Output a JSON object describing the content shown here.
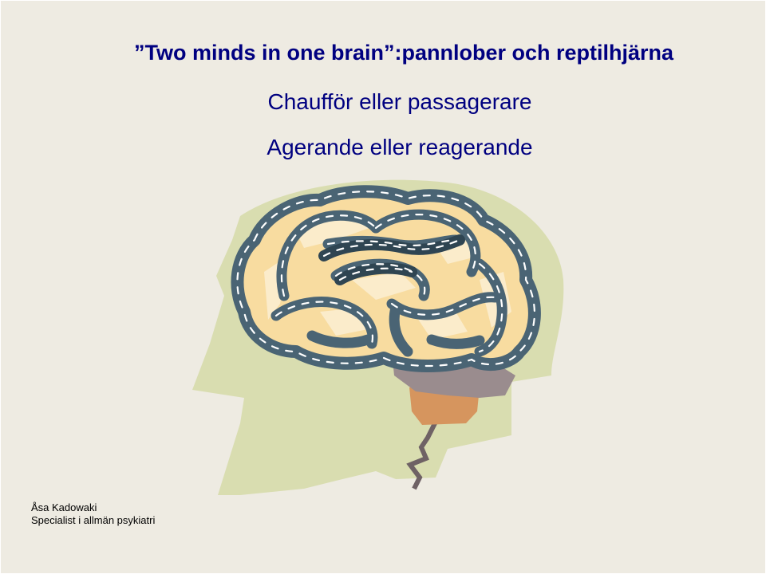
{
  "slide": {
    "title": "”Two minds in one brain”:pannlober och reptilhjärna",
    "subtitle1": "Chaufför eller passagerare",
    "subtitle2": "Agerande eller reagerande",
    "author_name": "Åsa Kadowaki",
    "author_title": "Specialist i allmän psykiatri"
  },
  "illustration": {
    "icon": "brain-head-illustration",
    "colors": {
      "background": "#eeebe2",
      "head": "#d9ddb0",
      "road": "#4a6474",
      "road_edge": "#3a5060",
      "road_dash": "#ffffff",
      "brain_fill": "#f8dca0",
      "brain_inner": "#fbeccb",
      "cerebellum": "#9a8c8e",
      "brainstem": "#d6955e",
      "spinal": "#6f6265",
      "text": "#000080"
    }
  }
}
